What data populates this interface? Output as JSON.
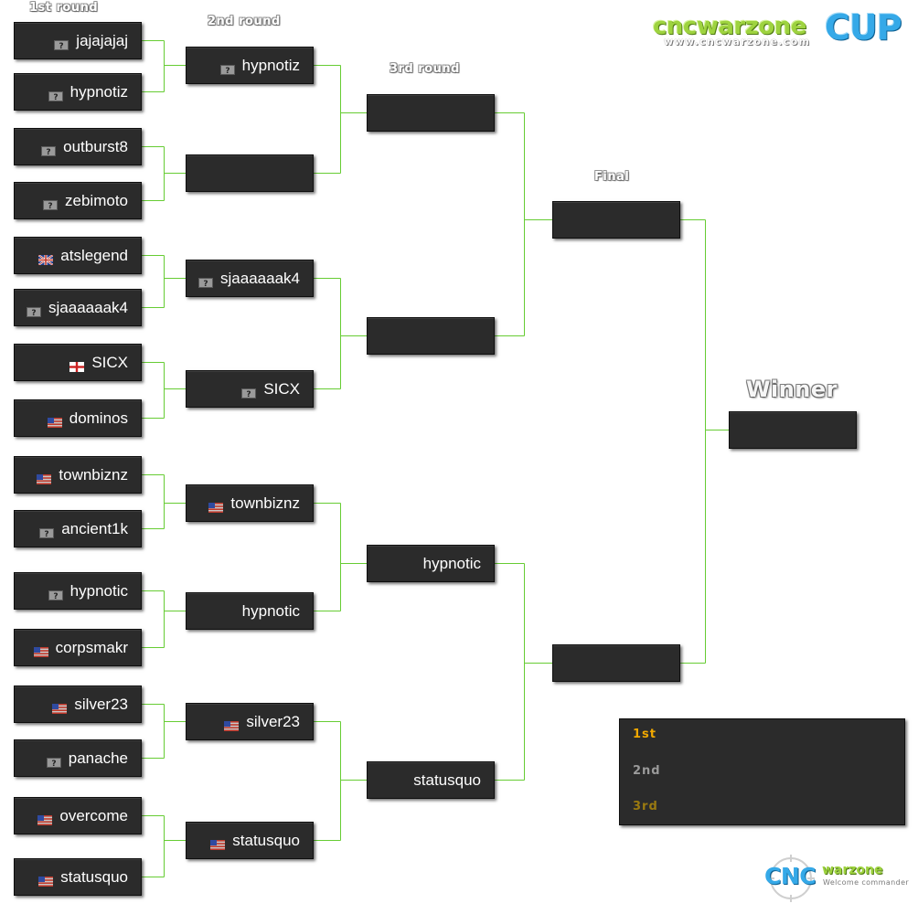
{
  "rounds": {
    "r1": "1st round",
    "r2": "2nd round",
    "r3": "3rd round",
    "final": "Final",
    "winner": "Winner"
  },
  "logo": {
    "cnc": "cncwarzone",
    "url": "www.cncwarzone.com",
    "cup": "CUP"
  },
  "footer": {
    "cnc": "CNC",
    "warzone": "warzone",
    "tagline": "Welcome commander"
  },
  "places": {
    "first": "1st",
    "second": "2nd",
    "third": "3rd",
    "first_color": "#f0a800",
    "second_color": "#9a9a9a",
    "third_color": "#9a7a10"
  },
  "colors": {
    "box_bg": "#2b2b2b",
    "connector": "#66cc33"
  },
  "matches": {
    "r1": [
      {
        "name": "jajajajaj",
        "flag": "unknown-flag-icon"
      },
      {
        "name": "hypnotiz",
        "flag": "unknown-flag-icon"
      },
      {
        "name": "outburst8",
        "flag": "unknown-flag-icon"
      },
      {
        "name": "zebimoto",
        "flag": "unknown-flag-icon"
      },
      {
        "name": "atslegend",
        "flag": "uk-flag-icon"
      },
      {
        "name": "sjaaaaaak4",
        "flag": "unknown-flag-icon"
      },
      {
        "name": "SICX",
        "flag": "england-flag-icon"
      },
      {
        "name": "dominos",
        "flag": "us-flag-icon"
      },
      {
        "name": "townbiznz",
        "flag": "us-flag-icon"
      },
      {
        "name": "ancient1k",
        "flag": "unknown-flag-icon"
      },
      {
        "name": "hypnotic",
        "flag": "unknown-flag-icon"
      },
      {
        "name": "corpsmakr",
        "flag": "us-flag-icon"
      },
      {
        "name": "silver23",
        "flag": "us-flag-icon"
      },
      {
        "name": "panache",
        "flag": "unknown-flag-icon"
      },
      {
        "name": "overcome",
        "flag": "us-flag-icon"
      },
      {
        "name": "statusquo",
        "flag": "us-flag-icon"
      }
    ],
    "r2": [
      {
        "name": "hypnotiz",
        "flag": "unknown-flag-icon"
      },
      {
        "name": "",
        "flag": ""
      },
      {
        "name": "sjaaaaaak4",
        "flag": "unknown-flag-icon"
      },
      {
        "name": "SICX",
        "flag": "unknown-flag-icon"
      },
      {
        "name": "townbiznz",
        "flag": "us-flag-icon"
      },
      {
        "name": "hypnotic",
        "flag": ""
      },
      {
        "name": "silver23",
        "flag": "us-flag-icon"
      },
      {
        "name": "statusquo",
        "flag": "us-flag-icon"
      }
    ],
    "r3": [
      {
        "name": "",
        "flag": ""
      },
      {
        "name": "",
        "flag": ""
      },
      {
        "name": "hypnotic",
        "flag": ""
      },
      {
        "name": "statusquo",
        "flag": ""
      }
    ],
    "final": [
      {
        "name": "",
        "flag": ""
      },
      {
        "name": "",
        "flag": ""
      }
    ],
    "winner": {
      "name": "",
      "flag": ""
    }
  }
}
